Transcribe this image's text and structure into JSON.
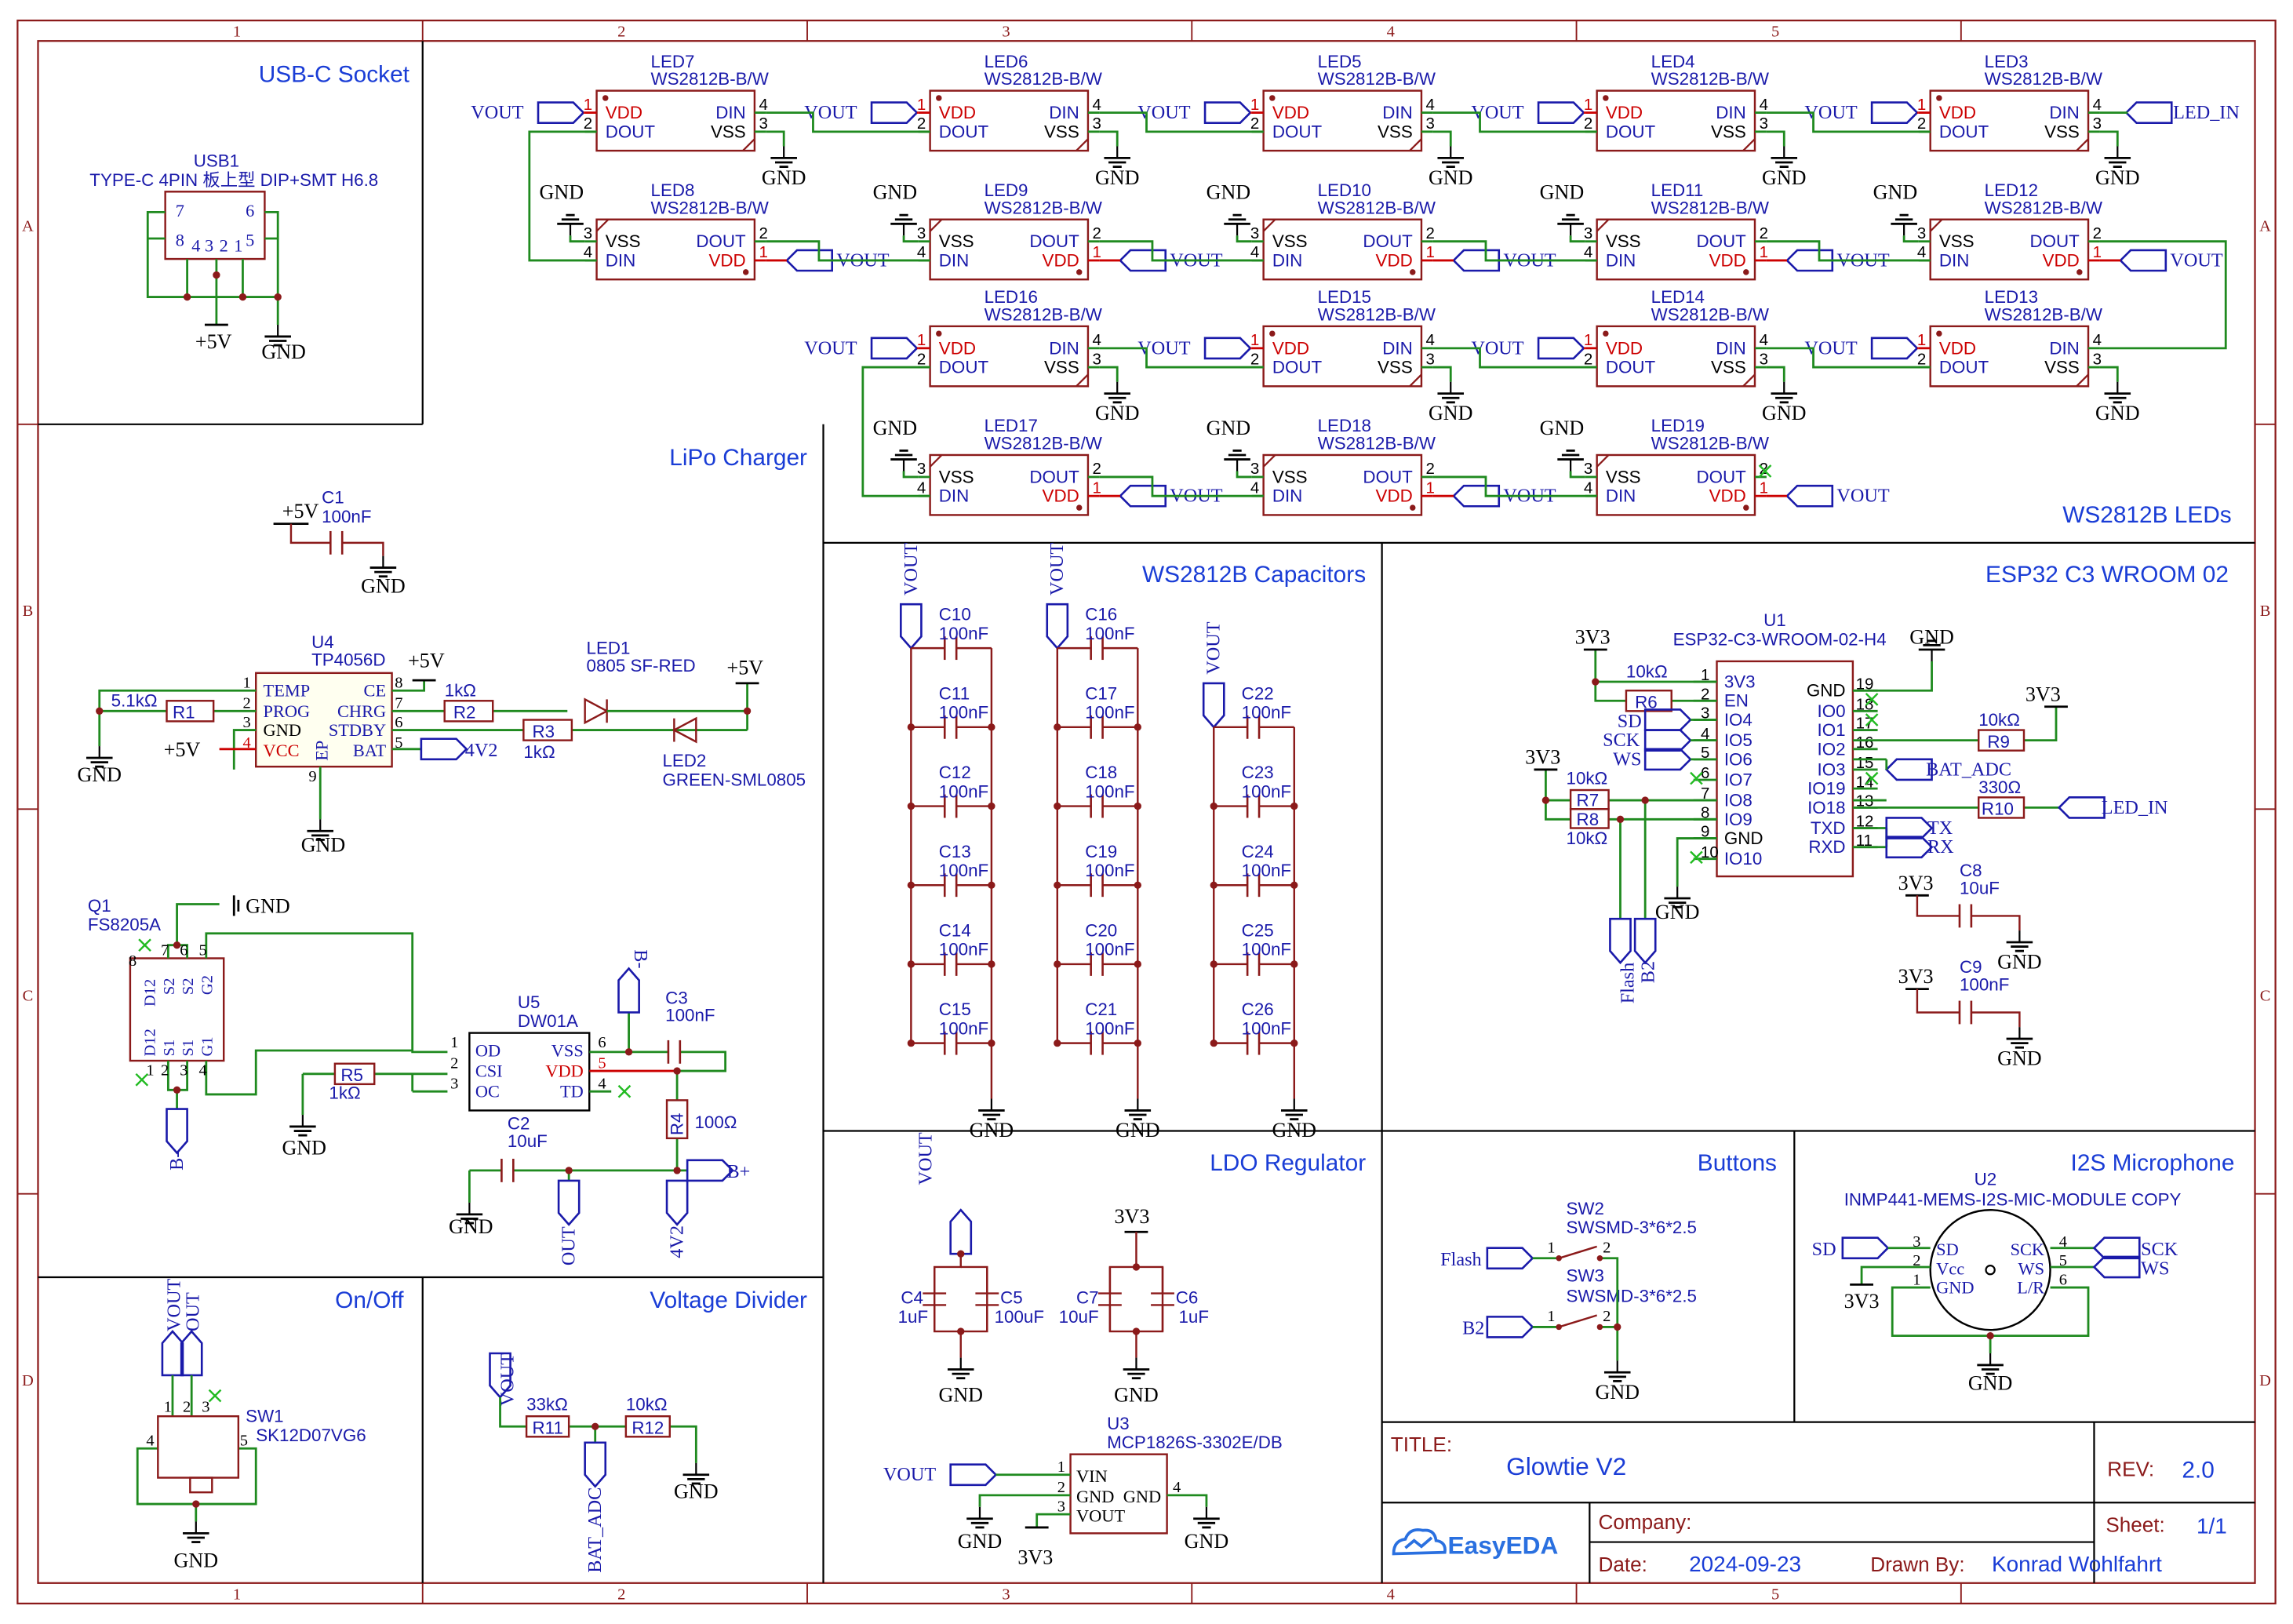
{
  "frame": {
    "cols": [
      "1",
      "2",
      "3",
      "4",
      "5"
    ],
    "rows": [
      "A",
      "B",
      "C",
      "D"
    ]
  },
  "sections": {
    "usbc": "USB-C Socket",
    "leds": "WS2812B LEDs",
    "lipo": "LiPo Charger",
    "caps": "WS2812B Capacitors",
    "esp": "ESP32 C3 WROOM 02",
    "ldo": "LDO Regulator",
    "buttons": "Buttons",
    "i2s": "I2S Microphone",
    "onoff": "On/Off",
    "vdiv": "Voltage Divider"
  },
  "title_block": {
    "title_label": "TITLE:",
    "title": "Glowtie V2",
    "rev_label": "REV:",
    "rev": "2.0",
    "company_label": "Company:",
    "sheet_label": "Sheet:",
    "sheet": "1/1",
    "date_label": "Date:",
    "date": "2024-09-23",
    "drawn_label": "Drawn By:",
    "drawn_by": "Konrad Wohlfahrt",
    "logo": "EasyEDA"
  },
  "usb": {
    "ref": "USB1",
    "value": "TYPE-C 4PIN 板上型 DIP+SMT H6.8",
    "pins": [
      "7",
      "6",
      "8",
      "4",
      "3",
      "2",
      "1",
      "5"
    ],
    "net_5v": "+5V",
    "net_gnd": "GND"
  },
  "led_part": "WS2812B-B/W",
  "led_pins": {
    "vdd": "VDD",
    "dout": "DOUT",
    "din": "DIN",
    "vss": "VSS"
  },
  "leds": [
    {
      "ref": "LED7"
    },
    {
      "ref": "LED6"
    },
    {
      "ref": "LED5"
    },
    {
      "ref": "LED4"
    },
    {
      "ref": "LED3"
    },
    {
      "ref": "LED8"
    },
    {
      "ref": "LED9"
    },
    {
      "ref": "LED10"
    },
    {
      "ref": "LED11"
    },
    {
      "ref": "LED12"
    },
    {
      "ref": "LED16"
    },
    {
      "ref": "LED15"
    },
    {
      "ref": "LED14"
    },
    {
      "ref": "LED13"
    },
    {
      "ref": "LED17"
    },
    {
      "ref": "LED18"
    },
    {
      "ref": "LED19"
    }
  ],
  "nets": {
    "vout": "VOUT",
    "gnd": "GND",
    "p5v": "+5V",
    "p3v3": "3V3",
    "led_in": "LED_IN",
    "bat_adc": "BAT_ADC",
    "p4v2": "4V2",
    "out": "OUT",
    "bminus": "B-",
    "bplus": "B+",
    "flash": "Flash",
    "b2": "B2",
    "sd": "SD",
    "sck": "SCK",
    "ws": "WS",
    "tx": "TX",
    "rx": "RX"
  },
  "caps_section": {
    "value": "100nF",
    "col1": [
      "C10",
      "C11",
      "C12",
      "C13",
      "C14",
      "C15"
    ],
    "col2": [
      "C16",
      "C17",
      "C18",
      "C19",
      "C20",
      "C21"
    ],
    "col3": [
      "C22",
      "C23",
      "C24",
      "C25",
      "C26"
    ]
  },
  "lipo": {
    "c1": {
      "ref": "C1",
      "value": "100nF"
    },
    "u4": {
      "ref": "U4",
      "value": "TP4056D",
      "pins_left": [
        "TEMP",
        "PROG",
        "GND",
        "VCC"
      ],
      "pins_right": [
        "CE",
        "CHRG",
        "STDBY",
        "BAT"
      ],
      "ep": "EP"
    },
    "r1": {
      "ref": "R1",
      "value": "5.1kΩ"
    },
    "r2": {
      "ref": "R2",
      "value": "1kΩ"
    },
    "r3": {
      "ref": "R3",
      "value": "1kΩ"
    },
    "led1": {
      "ref": "LED1",
      "value": "0805 SF-RED"
    },
    "led2": {
      "ref": "LED2",
      "value": "GREEN-SML0805"
    },
    "q1": {
      "ref": "Q1",
      "value": "FS8205A",
      "pins": [
        "D12",
        "S2",
        "S2",
        "G2",
        "D12",
        "S1",
        "S1",
        "G1"
      ]
    },
    "u5": {
      "ref": "U5",
      "value": "DW01A",
      "pins_left": [
        "OD",
        "CSI",
        "OC"
      ],
      "pins_right": [
        "VSS",
        "VDD",
        "TD"
      ]
    },
    "r5": {
      "ref": "R5",
      "value": "1kΩ"
    },
    "c3": {
      "ref": "C3",
      "value": "100nF"
    },
    "r4": {
      "ref": "R4",
      "value": "100Ω"
    },
    "c2": {
      "ref": "C2",
      "value": "10uF"
    }
  },
  "esp": {
    "ref": "U1",
    "value": "ESP32-C3-WROOM-02-H4",
    "left_pins": [
      "3V3",
      "EN",
      "IO4",
      "IO5",
      "IO6",
      "IO7",
      "IO8",
      "IO9",
      "GND",
      "IO10"
    ],
    "left_nums": [
      "1",
      "2",
      "3",
      "4",
      "5",
      "6",
      "7",
      "8",
      "9",
      "10"
    ],
    "right_pins": [
      "GND",
      "IO0",
      "IO1",
      "IO2",
      "IO3",
      "IO19",
      "IO18",
      "TXD",
      "RXD"
    ],
    "right_nums": [
      "19",
      "18",
      "17",
      "16",
      "15",
      "14",
      "13",
      "12",
      "11"
    ],
    "r6": {
      "ref": "R6",
      "value": "10kΩ"
    },
    "r7": {
      "ref": "R7",
      "value": "10kΩ"
    },
    "r8": {
      "ref": "R8",
      "value": "10kΩ"
    },
    "r9": {
      "ref": "R9",
      "value": "10kΩ"
    },
    "r10": {
      "ref": "R10",
      "value": "330Ω"
    },
    "c8": {
      "ref": "C8",
      "value": "10uF"
    },
    "c9": {
      "ref": "C9",
      "value": "100nF"
    }
  },
  "ldo": {
    "c4": {
      "ref": "C4",
      "value": "1uF"
    },
    "c5": {
      "ref": "C5",
      "value": "100uF"
    },
    "c7": {
      "ref": "C7",
      "value": "10uF"
    },
    "c6": {
      "ref": "C6",
      "value": "1uF"
    },
    "u3": {
      "ref": "U3",
      "value": "MCP1826S-3302E/DB",
      "pins": [
        "VIN",
        "GND",
        "VOUT",
        "GND"
      ]
    }
  },
  "buttons": {
    "sw2": {
      "ref": "SW2",
      "value": "SWSMD-3*6*2.5"
    },
    "sw3": {
      "ref": "SW3",
      "value": "SWSMD-3*6*2.5"
    }
  },
  "mic": {
    "ref": "U2",
    "value": "INMP441-MEMS-I2S-MIC-MODULE COPY",
    "left": [
      "SD",
      "Vcc",
      "GND"
    ],
    "right": [
      "SCK",
      "WS",
      "L/R"
    ]
  },
  "onoff": {
    "ref": "SW1",
    "value": "SK12D07VG6"
  },
  "vdiv": {
    "r11": {
      "ref": "R11",
      "value": "33kΩ"
    },
    "r12": {
      "ref": "R12",
      "value": "10kΩ"
    }
  },
  "colors": {
    "frame": "#8b1a1a",
    "wire": "#1f8a1f",
    "text_blue": "#1a1aaa",
    "pin_red": "#cc0000",
    "title_blue": "#1a3dd6"
  }
}
